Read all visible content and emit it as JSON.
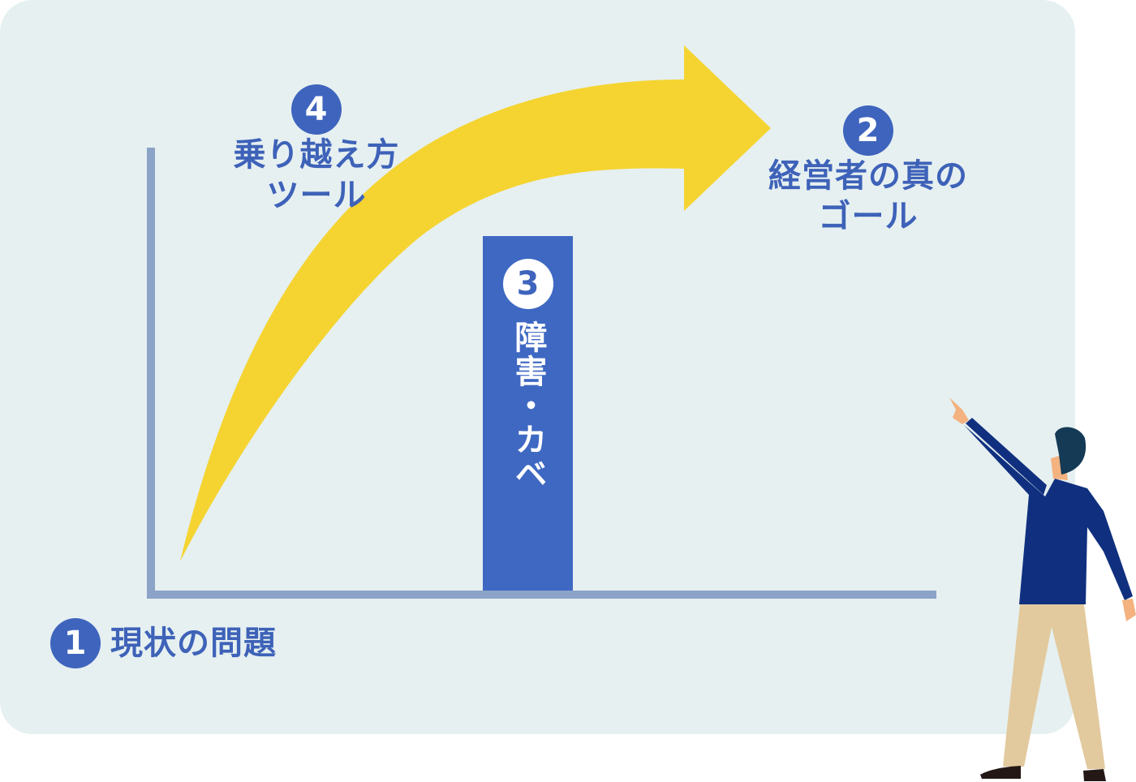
{
  "labels": {
    "current_problem": {
      "number": "1",
      "text": "現状の問題"
    },
    "true_goal": {
      "number": "2",
      "line1": "経営者の真の",
      "line2": "ゴール"
    },
    "obstacle": {
      "number": "3",
      "text": "障害・カベ"
    },
    "tool": {
      "number": "4",
      "line1": "乗り越え方",
      "line2": "ツール"
    }
  },
  "colors": {
    "panel": "#e6f0f1",
    "axis": "#8aa3c6",
    "bar": "#3e68c2",
    "arrow": "#f5d432",
    "text": "#3e62b8"
  }
}
